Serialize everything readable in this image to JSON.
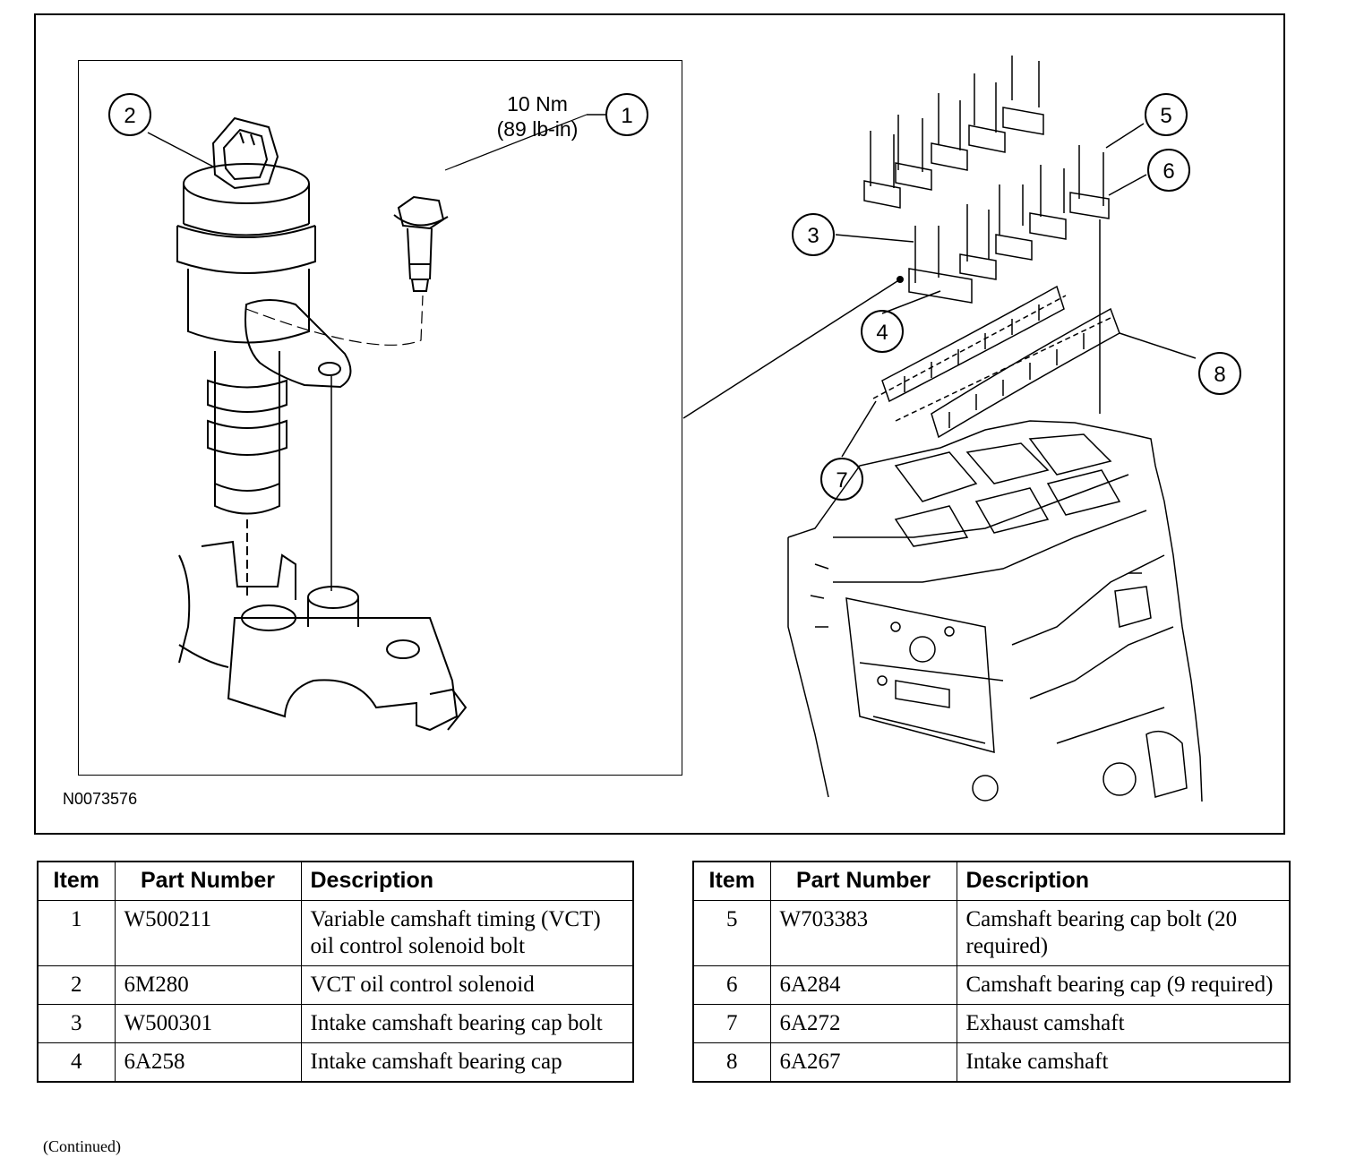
{
  "figure": {
    "torque_value": "10 Nm",
    "torque_value_imperial": "(89 lb-in)",
    "figure_id": "N0073576",
    "callouts": [
      "1",
      "2",
      "3",
      "4",
      "5",
      "6",
      "7",
      "8"
    ]
  },
  "table_headers": {
    "item": "Item",
    "part_number": "Part Number",
    "description": "Description"
  },
  "left_table": [
    {
      "item": "1",
      "part_number": "W500211",
      "description": "Variable camshaft timing (VCT) oil control solenoid bolt"
    },
    {
      "item": "2",
      "part_number": "6M280",
      "description": "VCT oil control solenoid"
    },
    {
      "item": "3",
      "part_number": "W500301",
      "description": "Intake camshaft bearing cap bolt"
    },
    {
      "item": "4",
      "part_number": "6A258",
      "description": "Intake camshaft bearing cap"
    }
  ],
  "right_table": [
    {
      "item": "5",
      "part_number": "W703383",
      "description": "Camshaft bearing cap bolt (20 required)"
    },
    {
      "item": "6",
      "part_number": "6A284",
      "description": "Camshaft bearing cap (9 required)"
    },
    {
      "item": "7",
      "part_number": "6A272",
      "description": "Exhaust camshaft"
    },
    {
      "item": "8",
      "part_number": "6A267",
      "description": "Intake camshaft"
    }
  ],
  "footer": {
    "continued": "(Continued)"
  }
}
